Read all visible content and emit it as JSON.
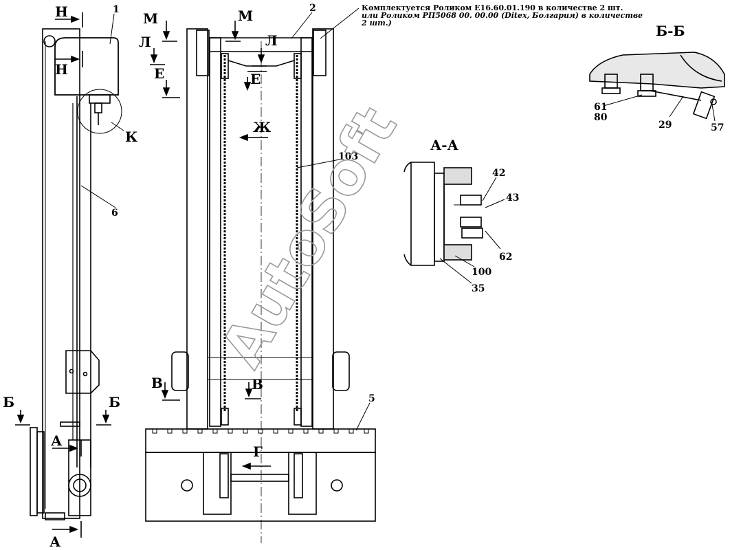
{
  "note": {
    "line1": "Комплектуется Роликом Е16.60.01.190 в количестве 2 шт.",
    "line2": "или Роликом РП5068 00. 00.00 (Ditex, Болгария) в количестве",
    "line3": "2 шт.)"
  },
  "sections": {
    "aa_title": "А-А",
    "bb_title": "Б-Б"
  },
  "views": {
    "n": "Н",
    "m": "М",
    "l": "Л",
    "e": "Е",
    "k": "К",
    "zh": "Ж",
    "v": "В",
    "g": "Г",
    "b": "Б",
    "a": "А"
  },
  "callouts": {
    "p1": "1",
    "p2": "2",
    "p5": "5",
    "p6": "6",
    "p103": "103",
    "p42": "42",
    "p43": "43",
    "p62": "62",
    "p100": "100",
    "p35": "35",
    "p61": "61",
    "p80": "80",
    "p29": "29",
    "p57": "57"
  },
  "watermark": "AutoSoft"
}
